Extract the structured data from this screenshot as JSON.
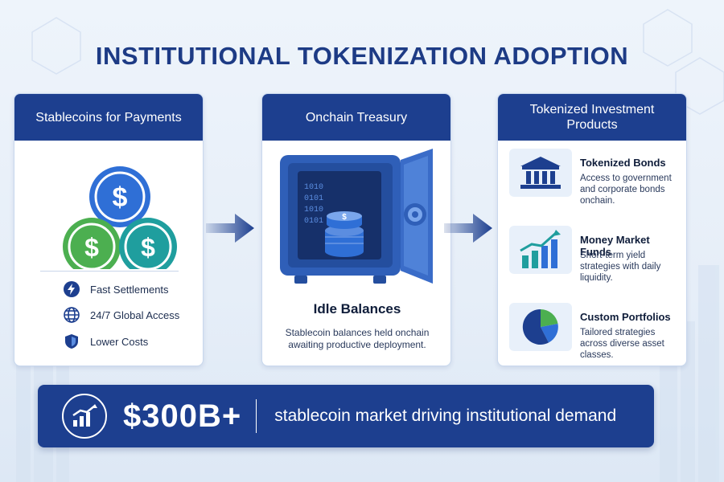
{
  "title": "INSTITUTIONAL TOKENIZATION ADOPTION",
  "panels": {
    "payments": {
      "title": "Stablecoins for Payments",
      "coin_symbol": "$",
      "features": [
        {
          "label": "Fast Settlements",
          "icon": "lightning-icon"
        },
        {
          "label": "24/7 Global Access",
          "icon": "globe-icon"
        },
        {
          "label": "Lower Costs",
          "icon": "shield-icon"
        }
      ]
    },
    "treasury": {
      "title": "Onchain Treasury",
      "subtitle": "Idle Balances",
      "description": "Stablecoin balances held onchain awaiting productive deployment.",
      "binary_lines": [
        "1010",
        "0101",
        "1010",
        "0101"
      ]
    },
    "investment": {
      "title": "Tokenized Investment Products",
      "items": [
        {
          "title": "Tokenized Bonds",
          "description": "Access to government and corporate bonds onchain.",
          "icon": "bank-icon"
        },
        {
          "title": "Money Market Funds",
          "description": "Short-term yield strategies with daily liquidity.",
          "icon": "growth-chart-icon"
        },
        {
          "title": "Custom Portfolios",
          "description": "Tailored strategies across diverse asset classes.",
          "icon": "pie-chart-icon"
        }
      ]
    }
  },
  "banner": {
    "amount": "$300B+",
    "text": "stablecoin market driving institutional demand",
    "icon": "trend-up-icon"
  },
  "colors": {
    "primary": "#1d3f8f",
    "accent_blue": "#2f6fd6",
    "accent_green": "#4caf50",
    "accent_teal": "#1f9e9e"
  }
}
